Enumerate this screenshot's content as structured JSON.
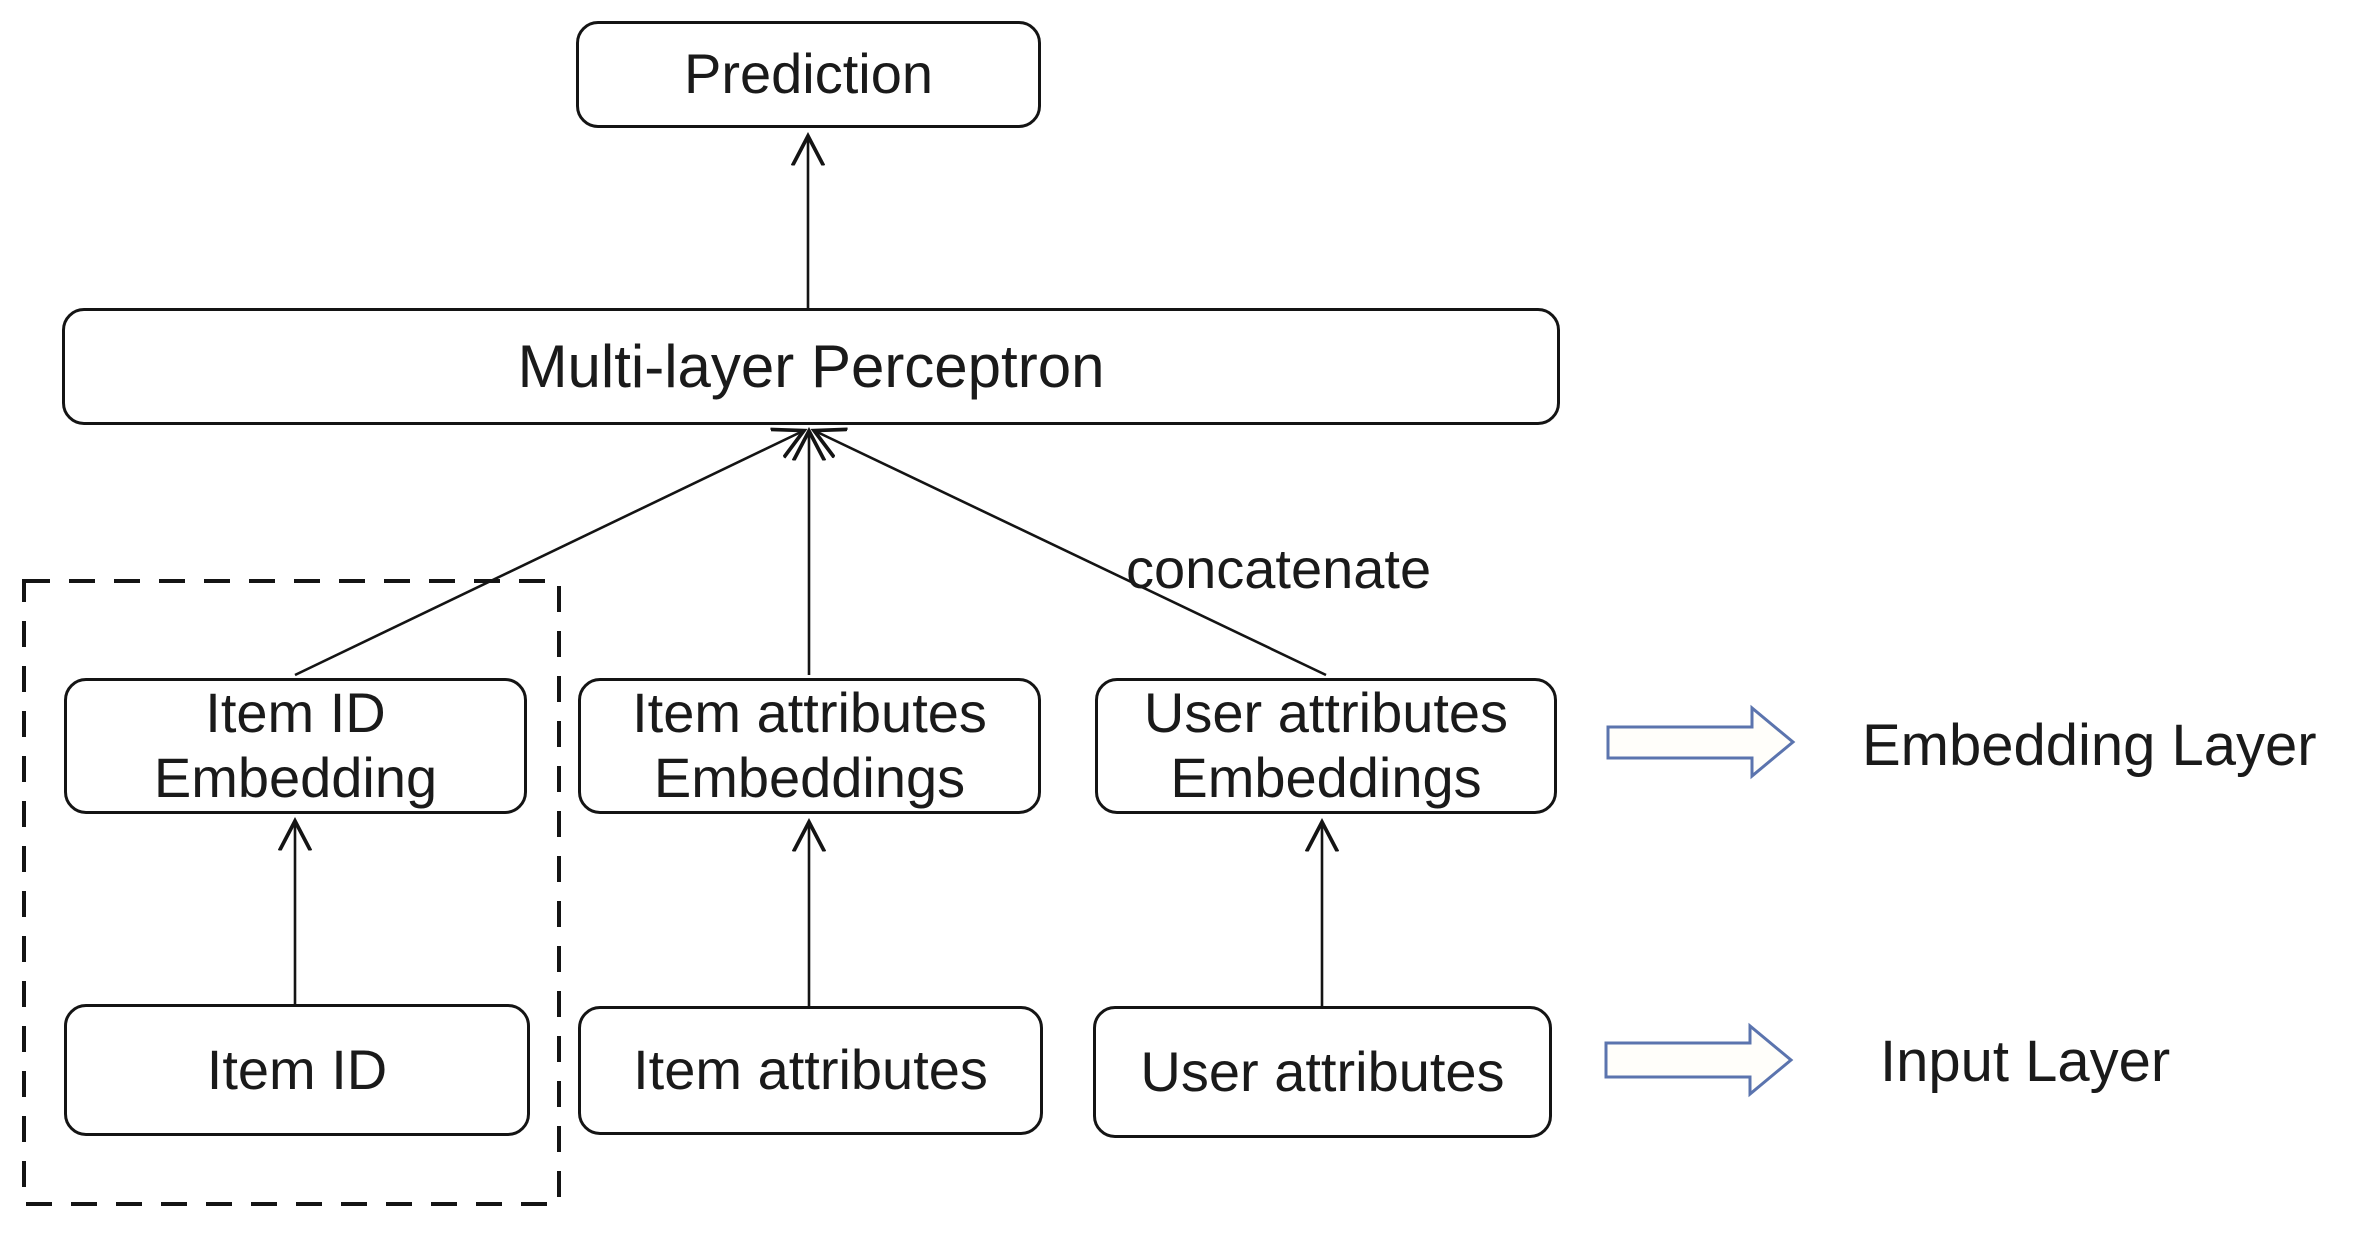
{
  "diagram": {
    "title_semantic": "Neural recommendation model architecture",
    "nodes": {
      "prediction": {
        "lines": [
          "Prediction"
        ]
      },
      "mlp": {
        "lines": [
          "Multi-layer Perceptron"
        ]
      },
      "item_id_embedding": {
        "line1": "Item ID",
        "line2": "Embedding"
      },
      "item_attr_embeddings": {
        "line1": "Item attributes",
        "line2": "Embeddings"
      },
      "user_attr_embeddings": {
        "line1": "User attributes",
        "line2": "Embeddings"
      },
      "item_id": {
        "lines": [
          "Item ID"
        ]
      },
      "item_attributes": {
        "lines": [
          "Item attributes"
        ]
      },
      "user_attributes": {
        "lines": [
          "User attributes"
        ]
      }
    },
    "annotations": {
      "concatenate": "concatenate"
    },
    "legend": {
      "embedding_layer": "Embedding Layer",
      "input_layer": "Input Layer"
    },
    "edges": [
      "mlp -> prediction",
      "item_id_embedding -> mlp (concatenate)",
      "item_attr_embeddings -> mlp (concatenate)",
      "user_attr_embeddings -> mlp (concatenate)",
      "item_id -> item_id_embedding",
      "item_attributes -> item_attr_embeddings",
      "user_attributes -> user_attr_embeddings"
    ],
    "colors": {
      "ink": "#141414",
      "text": "#1a1a1a",
      "block_arrow_stroke": "#5b74ae",
      "block_arrow_fill": "#fffefa",
      "background": "#ffffff"
    }
  }
}
